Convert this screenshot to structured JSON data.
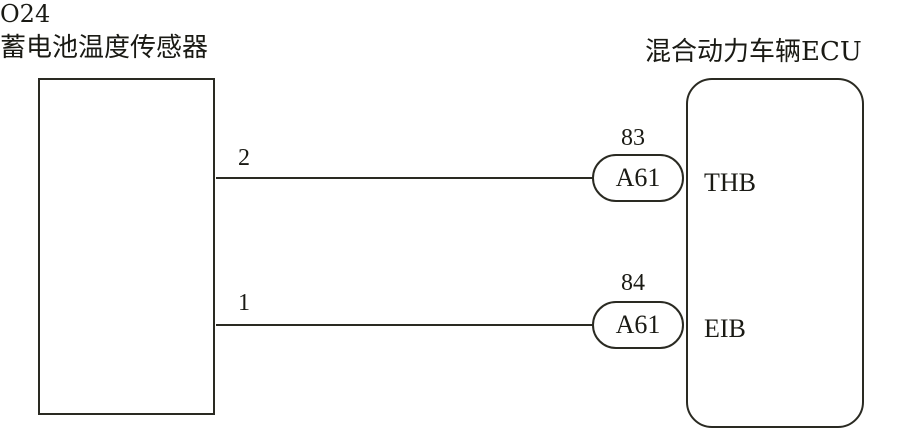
{
  "sensor": {
    "code": "O24",
    "name": "蓄电池温度传感器",
    "pins": [
      {
        "pin": "2"
      },
      {
        "pin": "1"
      }
    ]
  },
  "ecu": {
    "name": "混合动力车辆ECU",
    "terminals": [
      {
        "connector": "A61",
        "terminal_no": "83",
        "signal": "THB"
      },
      {
        "connector": "A61",
        "terminal_no": "84",
        "signal": "EIB"
      }
    ]
  },
  "connections": [
    {
      "from_pin": "2",
      "to_connector": "A61",
      "to_terminal": "83",
      "signal": "THB"
    },
    {
      "from_pin": "1",
      "to_connector": "A61",
      "to_terminal": "84",
      "signal": "EIB"
    }
  ]
}
